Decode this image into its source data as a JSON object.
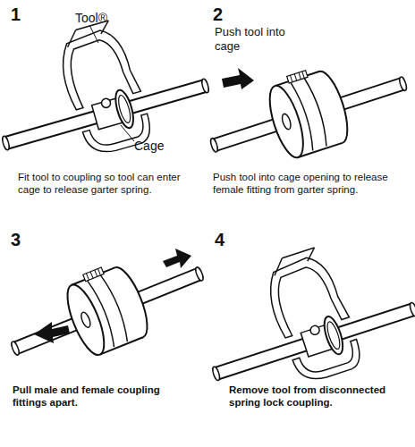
{
  "diagram": {
    "labels": [
      "1",
      "Tool®",
      "Cage",
      "Fit tool to coupling so tool can enter cage to release garter spring.",
      "2",
      "Push tool into cage",
      "Push tool into cage opening to release female fitting from garter spring.",
      "3",
      "Pull male and female coupling fittings apart.",
      "4",
      "Remove tool from disconnected spring lock coupling."
    ]
  }
}
